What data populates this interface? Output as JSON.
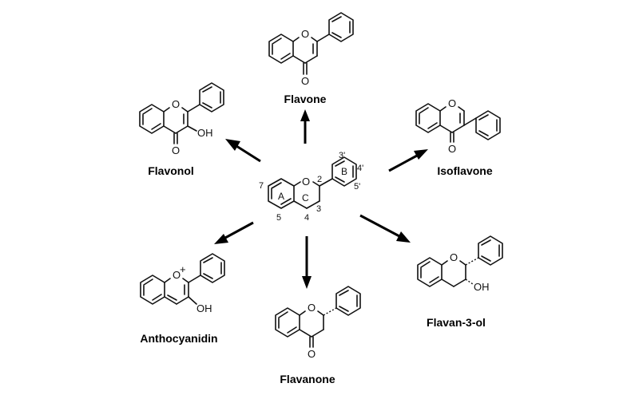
{
  "compounds": {
    "flavone": "Flavone",
    "flavonol": "Flavonol",
    "isoflavone": "Isoflavone",
    "anthocyanidin": "Anthocyanidin",
    "flavanone": "Flavanone",
    "flavan3ol": "Flavan-3-ol"
  },
  "atoms": {
    "O": "O",
    "OH": "OH",
    "plus": "+"
  },
  "core_labels": {
    "ring_a": "A",
    "ring_b": "B",
    "ring_c": "C",
    "pos_2": "2",
    "pos_3": "3",
    "pos_4": "4",
    "pos_5": "5",
    "pos_7": "7",
    "pos_3p": "3'",
    "pos_4p": "4'",
    "pos_5p": "5'"
  }
}
